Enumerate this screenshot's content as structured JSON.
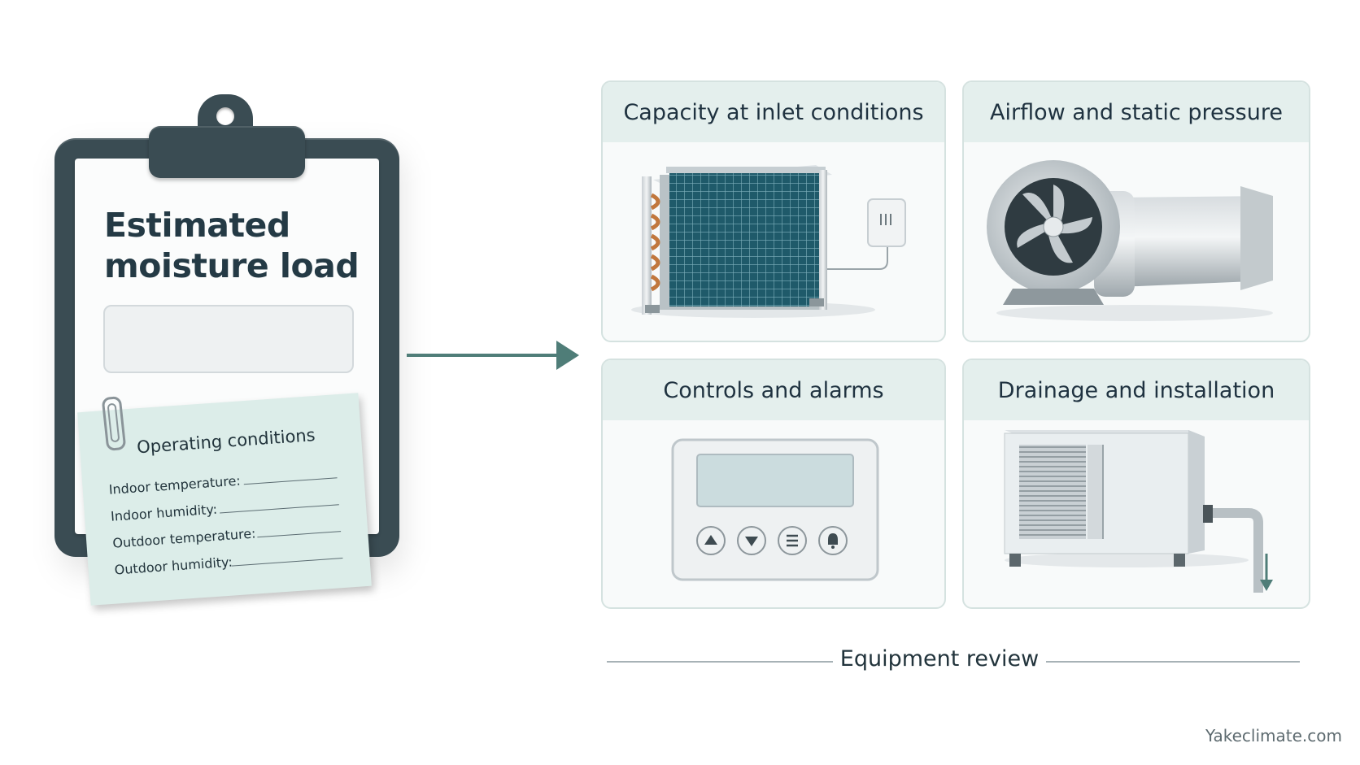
{
  "clipboard": {
    "title_line1": "Estimated",
    "title_line2": "moisture load",
    "note": {
      "title": "Operating conditions",
      "rows": [
        "Indoor temperature:",
        "Indoor humidity:",
        "Outdoor temperature:",
        "Outdoor humidity:"
      ]
    }
  },
  "cards": [
    {
      "title": "Capacity at inlet conditions",
      "icon": "coil-sensor-icon"
    },
    {
      "title": "Airflow and static pressure",
      "icon": "fan-duct-icon"
    },
    {
      "title": "Controls and alarms",
      "icon": "controller-icon"
    },
    {
      "title": "Drainage and installation",
      "icon": "unit-drain-icon"
    }
  ],
  "footer": {
    "label": "Equipment review"
  },
  "watermark": "Yakeclimate.com",
  "colors": {
    "accent": "#4f7d78",
    "card_header": "#e4efed",
    "clipboard": "#3a4c53",
    "note": "#dcede9"
  }
}
